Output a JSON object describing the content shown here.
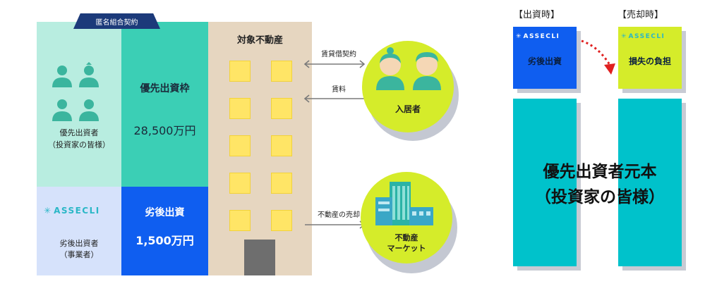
{
  "scheme": {
    "tag": "匿名組合契約",
    "senior_investor": {
      "label_line1": "優先出資者",
      "label_line2": "（投資家の皆様）"
    },
    "senior_tranche": {
      "label": "優先出資枠",
      "amount": "28,500万円"
    },
    "subordinate_investor": {
      "brand": "ASSECLI",
      "label_line1": "劣後出資者",
      "label_line2": "（事業者）"
    },
    "subordinate_tranche": {
      "label": "劣後出資",
      "amount": "1,500万円"
    },
    "property": {
      "label": "対象不動産"
    },
    "flows": {
      "lease": "賃貸借契約",
      "rent": "賃料",
      "sale": "不動産の売却"
    },
    "tenant": {
      "label": "入居者"
    },
    "market": {
      "label_line1": "不動産",
      "label_line2": "マーケット"
    }
  },
  "loss_allocation": {
    "at_investment": {
      "header": "【出資時】",
      "brand": "ASSECLI",
      "label": "劣後出資"
    },
    "at_sale": {
      "header": "【売却時】",
      "brand": "ASSECLI",
      "label": "損失の負担"
    },
    "principal": {
      "line1": "優先出資者元本",
      "line2": "（投資家の皆様）"
    }
  },
  "colors": {
    "teal_light": "#b8ede0",
    "teal": "#3bcfb5",
    "blue_light": "#d6e2fb",
    "blue": "#0f5ef0",
    "beige": "#e6d6c0",
    "lime": "#d5ec2a",
    "cyan": "#00c2cb",
    "navy": "#1c3a7a",
    "red_arrow": "#e02020"
  }
}
